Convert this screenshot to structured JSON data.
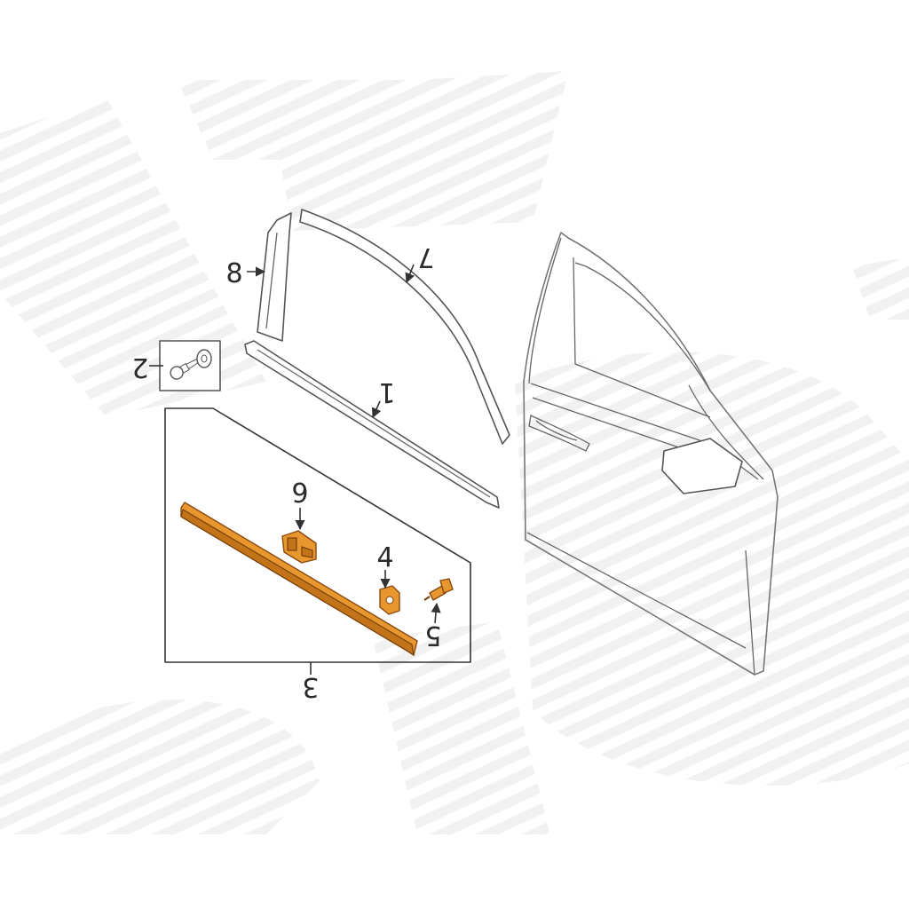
{
  "callouts": {
    "c1": "1",
    "c2": "2",
    "c3": "3",
    "c4": "4",
    "c5": "5",
    "c6": "6",
    "c7": "7",
    "c8": "8"
  },
  "colors": {
    "highlight": "#e8962e",
    "line": "#555555",
    "watermark": "#e4e4e4"
  }
}
